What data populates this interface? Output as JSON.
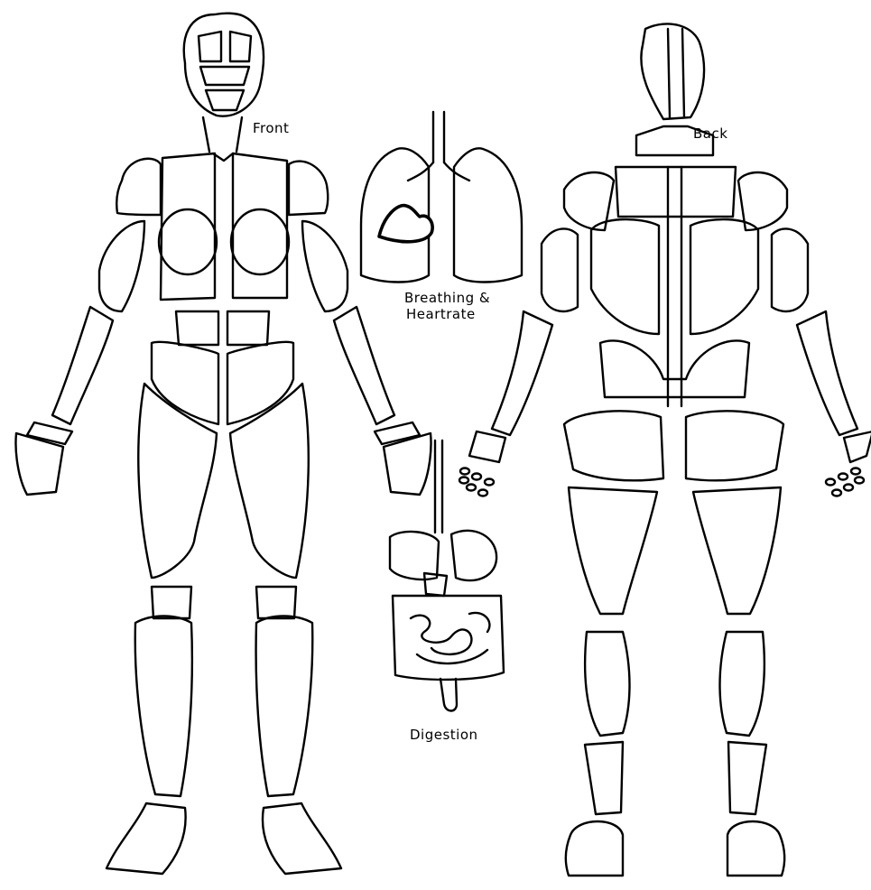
{
  "labels": {
    "front": "Front",
    "back": "Back",
    "breathing_line1": "Breathing &",
    "breathing_line2": "Heartrate",
    "digestion": "Digestion"
  },
  "colors": {
    "stroke": "#000000",
    "background": "#ffffff"
  }
}
